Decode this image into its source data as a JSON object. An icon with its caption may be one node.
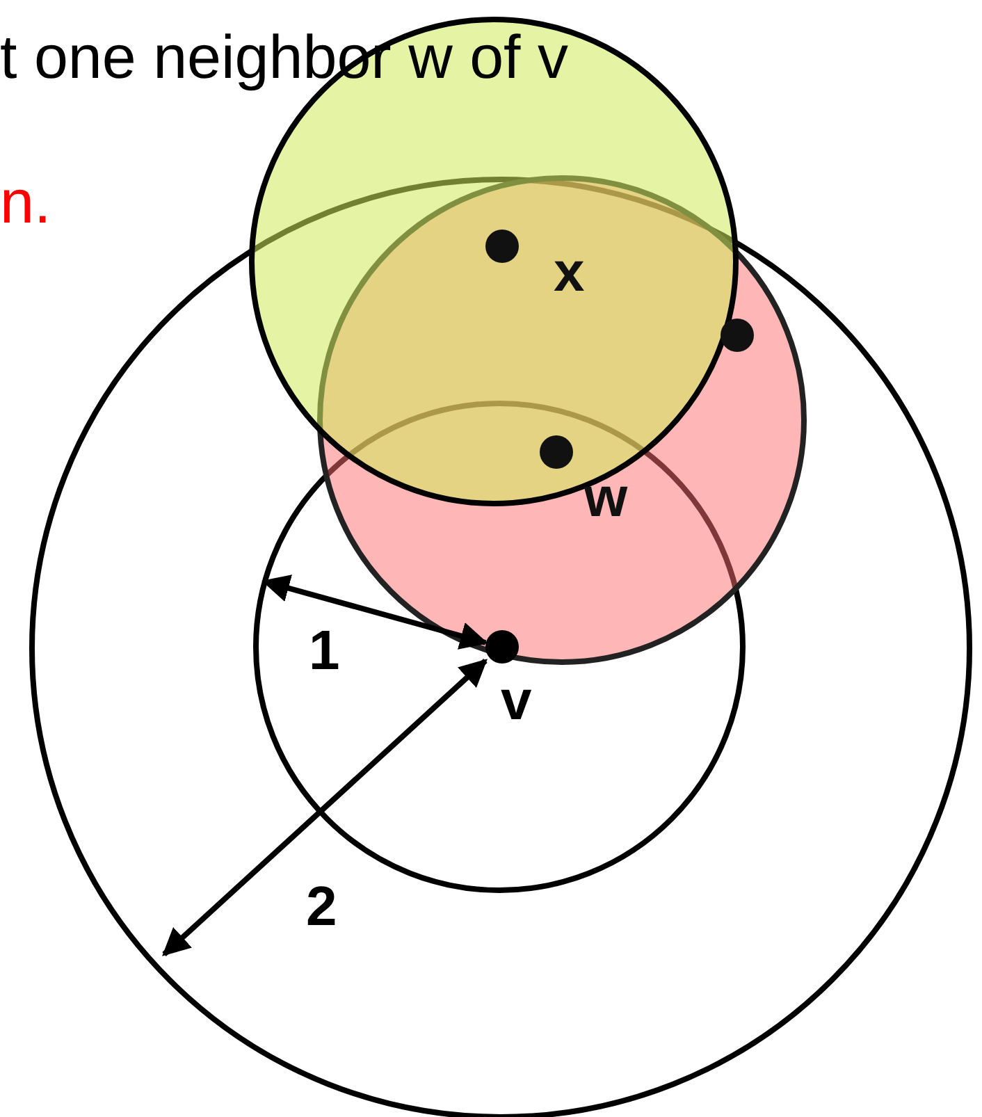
{
  "diagram": {
    "labels": [
      "t one neighbor w of v",
      "n.",
      "x",
      "w",
      "1",
      "v",
      "2"
    ]
  }
}
